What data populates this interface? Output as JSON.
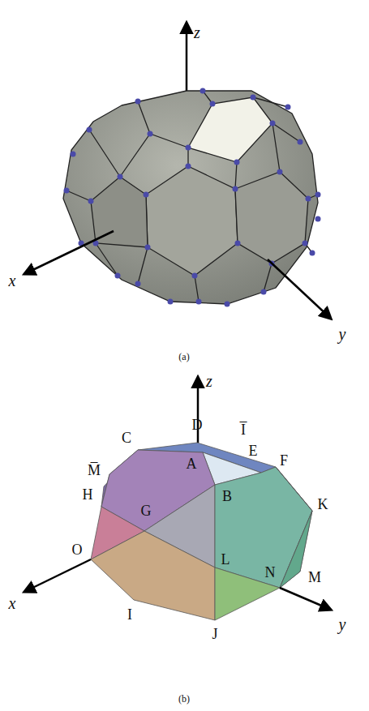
{
  "diagram": {
    "labels": [
      "z",
      "x",
      "y",
      "(a)",
      "z",
      "D",
      "I̅",
      "C",
      "A",
      "E",
      "F",
      "M̅",
      "H",
      "B",
      "K",
      "G",
      "O",
      "L",
      "N",
      "M",
      "x",
      "I",
      "J",
      "y",
      "(b)"
    ]
  }
}
